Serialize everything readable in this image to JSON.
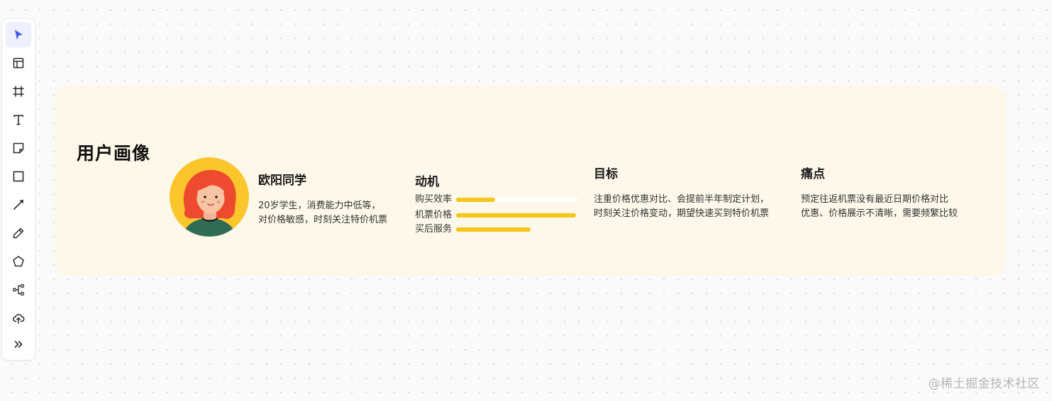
{
  "toolbar": {
    "tools": [
      {
        "name": "select-tool",
        "icon": "cursor-arrow-icon",
        "active": true
      },
      {
        "name": "layout-tool",
        "icon": "layout-icon"
      },
      {
        "name": "frame-tool",
        "icon": "frame-icon"
      },
      {
        "name": "text-tool",
        "icon": "text-icon"
      },
      {
        "name": "sticky-note-tool",
        "icon": "sticky-note-icon"
      },
      {
        "name": "rectangle-tool",
        "icon": "rectangle-icon"
      },
      {
        "name": "line-tool",
        "icon": "arrow-line-icon"
      },
      {
        "name": "pen-tool",
        "icon": "pencil-icon"
      },
      {
        "name": "polygon-tool",
        "icon": "pentagon-icon"
      },
      {
        "name": "mindmap-tool",
        "icon": "mindmap-icon"
      },
      {
        "name": "upload-tool",
        "icon": "cloud-upload-icon"
      },
      {
        "name": "more-tools",
        "icon": "double-chevron-right-icon"
      }
    ],
    "active_color": "#4a5cf0"
  },
  "card": {
    "title": "用户画像",
    "background": "#fdf8ea",
    "persona": {
      "avatar_icon": "persona-avatar-icon",
      "name": "欧阳同学",
      "description": [
        "20岁学生，消费能力中低等，",
        "对价格敏感，时刻关注特价机票"
      ]
    },
    "motivation": {
      "title": "动机",
      "bar_color": "#f5c518",
      "items": [
        {
          "label": "购买效率",
          "value": 0.32
        },
        {
          "label": "机票价格",
          "value": 0.98
        },
        {
          "label": "买后服务",
          "value": 0.61
        }
      ]
    },
    "goals": {
      "title": "目标",
      "description": [
        "注重价格优惠对比、会提前半年制定计划，",
        "时刻关注价格变动，期望快速买到特价机票"
      ]
    },
    "pain_points": {
      "title": "痛点",
      "description": [
        "预定往返机票没有最近日期价格对比",
        "优惠、价格展示不清晰，需要频繁比较"
      ]
    }
  },
  "watermark": "@稀土掘金技术社区"
}
